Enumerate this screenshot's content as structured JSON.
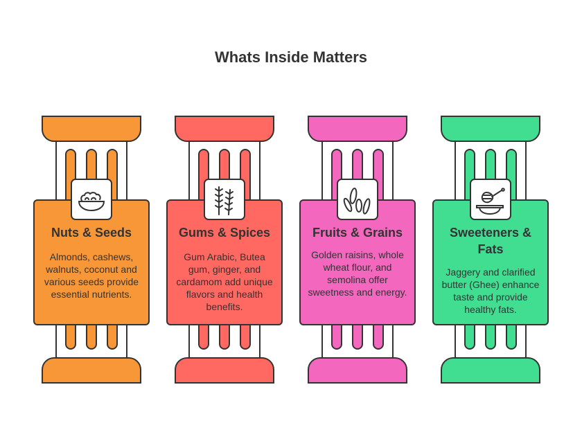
{
  "title": "Whats Inside Matters",
  "columns": [
    {
      "heading": "Nuts & Seeds",
      "text": "Almonds, cashews, walnuts, coconut and various seeds provide essential nutrients.",
      "color": "#F79737",
      "icon": "nut-bowl-icon"
    },
    {
      "heading": "Gums & Spices",
      "text": "Gum Arabic, Butea gum, ginger, and cardamom add unique flavors and health benefits.",
      "color": "#FF6961",
      "icon": "herb-sprig-icon"
    },
    {
      "heading": "Fruits & Grains",
      "text": "Golden raisins, whole wheat flour, and semolina offer sweetness and energy.",
      "color": "#F467BE",
      "icon": "grains-icon"
    },
    {
      "heading": "Sweeteners & Fats",
      "text": "Jaggery and clarified butter (Ghee) enhance taste and provide healthy fats.",
      "color": "#41DE91",
      "icon": "honey-dipper-icon"
    }
  ]
}
